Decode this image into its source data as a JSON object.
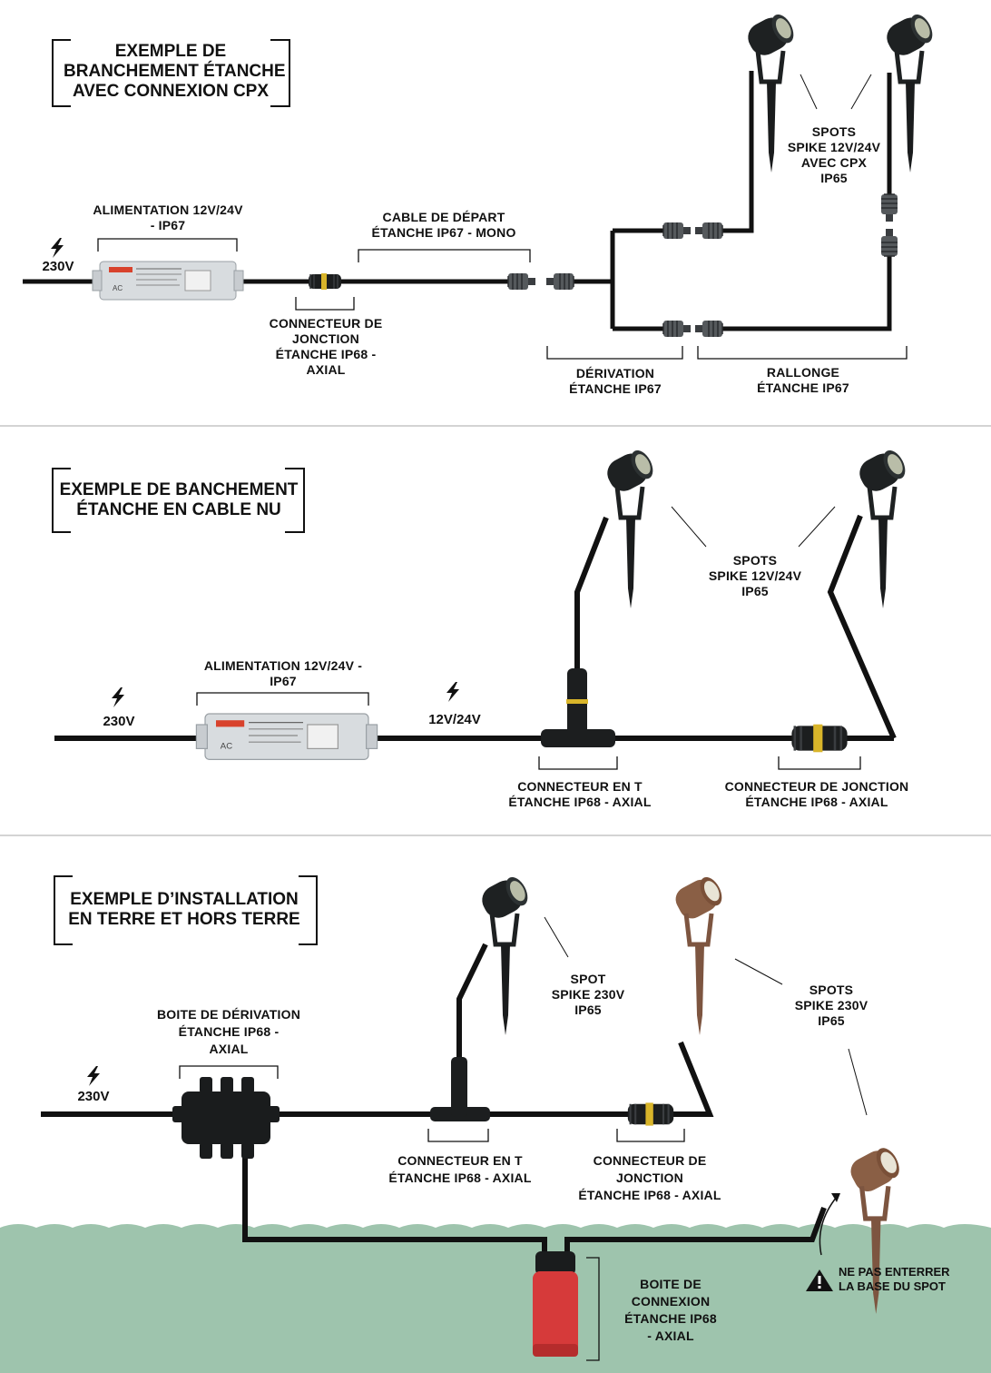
{
  "section1": {
    "title": [
      "EXEMPLE DE",
      "BRANCHEMENT ÉTANCHE",
      "AVEC CONNEXION CPX"
    ],
    "voltage_in": "230V",
    "power_supply": [
      "ALIMENTATION 12V/24V",
      "- IP67"
    ],
    "cable": [
      "CABLE DE DÉPART",
      "ÉTANCHE IP67 - MONO"
    ],
    "junction": [
      "CONNECTEUR DE",
      "JONCTION",
      "ÉTANCHE  IP68 -",
      "AXIAL"
    ],
    "spots": [
      "SPOTS",
      "SPIKE 12V/24V",
      "AVEC CPX",
      "IP65"
    ],
    "derivation": [
      "DÉRIVATION",
      "ÉTANCHE IP67"
    ],
    "extension": [
      "RALLONGE",
      "ÉTANCHE IP67"
    ]
  },
  "section2": {
    "title": [
      "EXEMPLE DE BANCHEMENT",
      "ÉTANCHE EN CABLE NU"
    ],
    "voltage_in": "230V",
    "voltage_out": "12V/24V",
    "power_supply": [
      "ALIMENTATION 12V/24V -",
      "IP67"
    ],
    "spots": [
      "SPOTS",
      "SPIKE 12V/24V",
      "IP65"
    ],
    "t_connector": [
      "CONNECTEUR EN T",
      "ÉTANCHE IP68 - AXIAL"
    ],
    "junction": [
      "CONNECTEUR DE JONCTION",
      "ÉTANCHE  IP68 - AXIAL"
    ]
  },
  "section3": {
    "title": [
      "EXEMPLE D’INSTALLATION",
      "EN TERRE ET HORS TERRE"
    ],
    "voltage_in": "230V",
    "box": [
      "BOITE DE DÉRIVATION",
      "ÉTANCHE IP68 -",
      "AXIAL"
    ],
    "spot": [
      "SPOT",
      "SPIKE 230V",
      "IP65"
    ],
    "spots": [
      "SPOTS",
      "SPIKE 230V",
      "IP65"
    ],
    "t_connector": [
      "CONNECTEUR EN T",
      "ÉTANCHE IP68 - AXIAL"
    ],
    "junction": [
      "CONNECTEUR DE",
      "JONCTION",
      "ÉTANCHE  IP68 - AXIAL"
    ],
    "connection_box": [
      "BOITE DE",
      "CONNEXION",
      "ÉTANCHE IP68",
      "- AXIAL"
    ],
    "warning": [
      "NE PAS ENTERRER",
      "LA BASE DU SPOT"
    ]
  },
  "colors": {
    "cable": "#111111",
    "grass": "#9ec4ad",
    "bronze": "#8a5f45",
    "red_box": "#d63a3a"
  },
  "icons": [
    "lightning-icon",
    "warning-icon",
    "spot-light-icon",
    "power-supply-icon",
    "connector-icon"
  ]
}
